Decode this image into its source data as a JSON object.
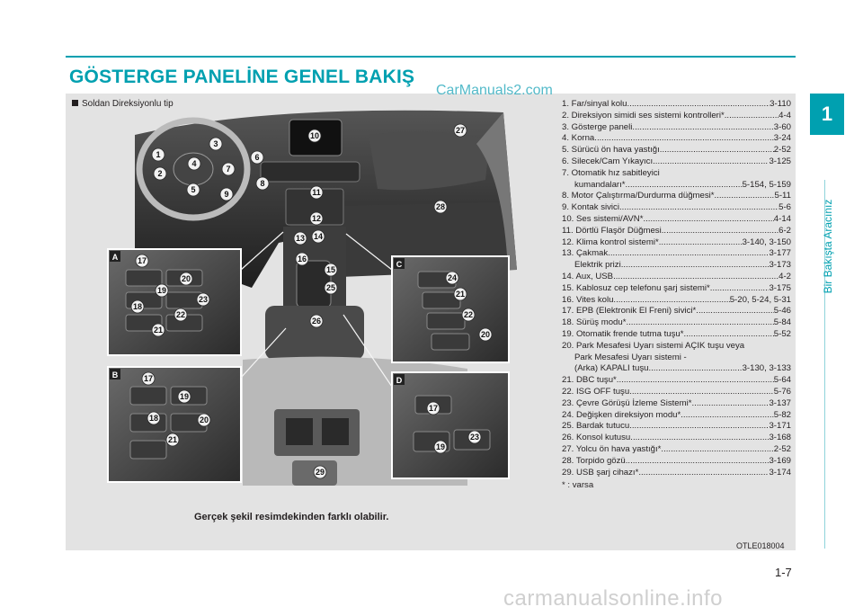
{
  "heading": "GÖSTERGE PANELİNE GENEL BAKIŞ",
  "variant_label": "Soldan Direksiyonlu tip",
  "watermark": "CarManuals2.com",
  "figure_note": "Gerçek şekil resimdekinden farklı olabilir.",
  "image_code": "OTLE018004",
  "chapter": {
    "number": "1",
    "title": "Bir Bakışta Aracınız"
  },
  "page_number": "1-7",
  "footer_watermark": "carmanualsonline.info",
  "inset_letters": [
    "A",
    "B",
    "C",
    "D"
  ],
  "callouts": {
    "main": [
      "1",
      "2",
      "3",
      "4",
      "5",
      "6",
      "7",
      "8",
      "9",
      "10",
      "11",
      "12",
      "13",
      "14",
      "15",
      "16",
      "25",
      "26",
      "27",
      "28",
      "29"
    ],
    "inset_a": [
      "17",
      "18",
      "19",
      "20",
      "21",
      "22",
      "23"
    ],
    "inset_b": [
      "17",
      "18",
      "19",
      "20",
      "21"
    ],
    "inset_c": [
      "24",
      "21",
      "22",
      "20"
    ],
    "inset_d": [
      "17",
      "19",
      "23"
    ],
    "bottom": [
      "29"
    ]
  },
  "legend": [
    {
      "label": "1. Far/sinyal kolu",
      "page": "3-110"
    },
    {
      "label": "2. Direksiyon simidi ses sistemi kontrolleri*",
      "page": "4-4"
    },
    {
      "label": "3. Gösterge paneli",
      "page": "3-60"
    },
    {
      "label": "4. Korna",
      "page": "3-24"
    },
    {
      "label": "5. Sürücü ön hava yastığı",
      "page": "2-52"
    },
    {
      "label": "6. Silecek/Cam Yıkayıcı",
      "page": "3-125"
    },
    {
      "label": "7. Otomatik hız sabitleyici",
      "sub": "kumandaları*",
      "page": "5-154, 5-159"
    },
    {
      "label": "8. Motor Çalıştırma/Durdurma düğmesi*",
      "page": "5-11"
    },
    {
      "label": "9. Kontak sivici",
      "page": "5-6"
    },
    {
      "label": "10. Ses sistemi/AVN*",
      "page": "4-14"
    },
    {
      "label": "11. Dörtlü Flaşör Düğmesi",
      "page": "6-2"
    },
    {
      "label": "12. Klima kontrol sistemi*",
      "page": "3-140, 3-150"
    },
    {
      "label": "13. Çakmak",
      "page": "3-177"
    },
    {
      "label": "Elektrik prizi",
      "page": "3-173",
      "indent": true
    },
    {
      "label": "14. Aux, USB",
      "page": "4-2"
    },
    {
      "label": "15. Kablosuz cep telefonu şarj sistemi*",
      "page": "3-175"
    },
    {
      "label": "16. Vites kolu",
      "page": "5-20, 5-24, 5-31"
    },
    {
      "label": "17. EPB (Elektronik El Freni) sivici*",
      "page": "5-46"
    },
    {
      "label": "18. Sürüş modu*",
      "page": "5-84"
    },
    {
      "label": "19. Otomatik frende tutma tuşu*",
      "page": "5-52"
    },
    {
      "label": "20. Park Mesafesi Uyarı sistemi AÇIK tuşu veya",
      "sub": "Park Mesafesi Uyarı sistemi -",
      "sub2": "(Arka) KAPALI tuşu",
      "page": "3-130, 3-133"
    },
    {
      "label": "21. DBC tuşu*",
      "page": "5-64"
    },
    {
      "label": "22. ISG OFF tuşu",
      "page": "5-76"
    },
    {
      "label": "23. Çevre Görüşü İzleme Sistemi*",
      "page": "3-137"
    },
    {
      "label": "24. Değişken direksiyon modu*",
      "page": "5-82"
    },
    {
      "label": "25. Bardak tutucu",
      "page": "3-171"
    },
    {
      "label": "26. Konsol kutusu",
      "page": "3-168"
    },
    {
      "label": "27. Yolcu ön hava yastığı*",
      "page": "2-52"
    },
    {
      "label": "28. Torpido gözü",
      "page": "3-169"
    },
    {
      "label": "29. USB şarj cihazı*",
      "page": "3-174"
    }
  ],
  "legend_footnote": "* : varsa",
  "colors": {
    "accent": "#00a0b0",
    "panel_bg": "#e3e3e3"
  }
}
